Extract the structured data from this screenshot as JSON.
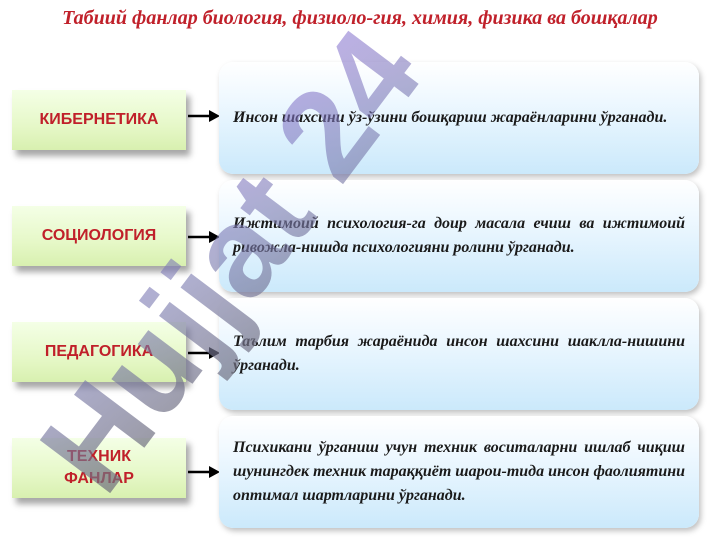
{
  "title": "Табиий фанлар биология, физиоло-гия, химия, физика ва бошқалар",
  "rows": [
    {
      "label": "КИБЕРНЕТИКА",
      "text": "Инсон шахсини ўз-ўзини бошқариш жараёнларини ўрганади."
    },
    {
      "label": "СОЦИОЛОГИЯ",
      "text": "Ижтимоий психология-га доир масала ечиш ва ижтимоий ривожла-нишда психологияни ролини ўрганади."
    },
    {
      "label": "ПЕДАГОГИКА",
      "text": "Таълим тарбия жараёнида инсон шахсини шаклла-нишини ўрганади."
    },
    {
      "label": "ТЕХНИК ФАНЛАР",
      "text": "Психикани ўрганиш учун техник воситаларни ишлаб чиқиш шунингдек техник тараққиёт шарои-тида инсон фаолиятини оптимал шартларини ўрганади."
    }
  ],
  "watermark": "Hujjat 24",
  "colors": {
    "title": "#c0202a",
    "label_text": "#c0202a",
    "label_bg": "#e6f8c8",
    "card_bg": "#cbe9fb",
    "watermark": "#8a6fd8"
  },
  "icons": [
    "arrow-right-icon"
  ]
}
